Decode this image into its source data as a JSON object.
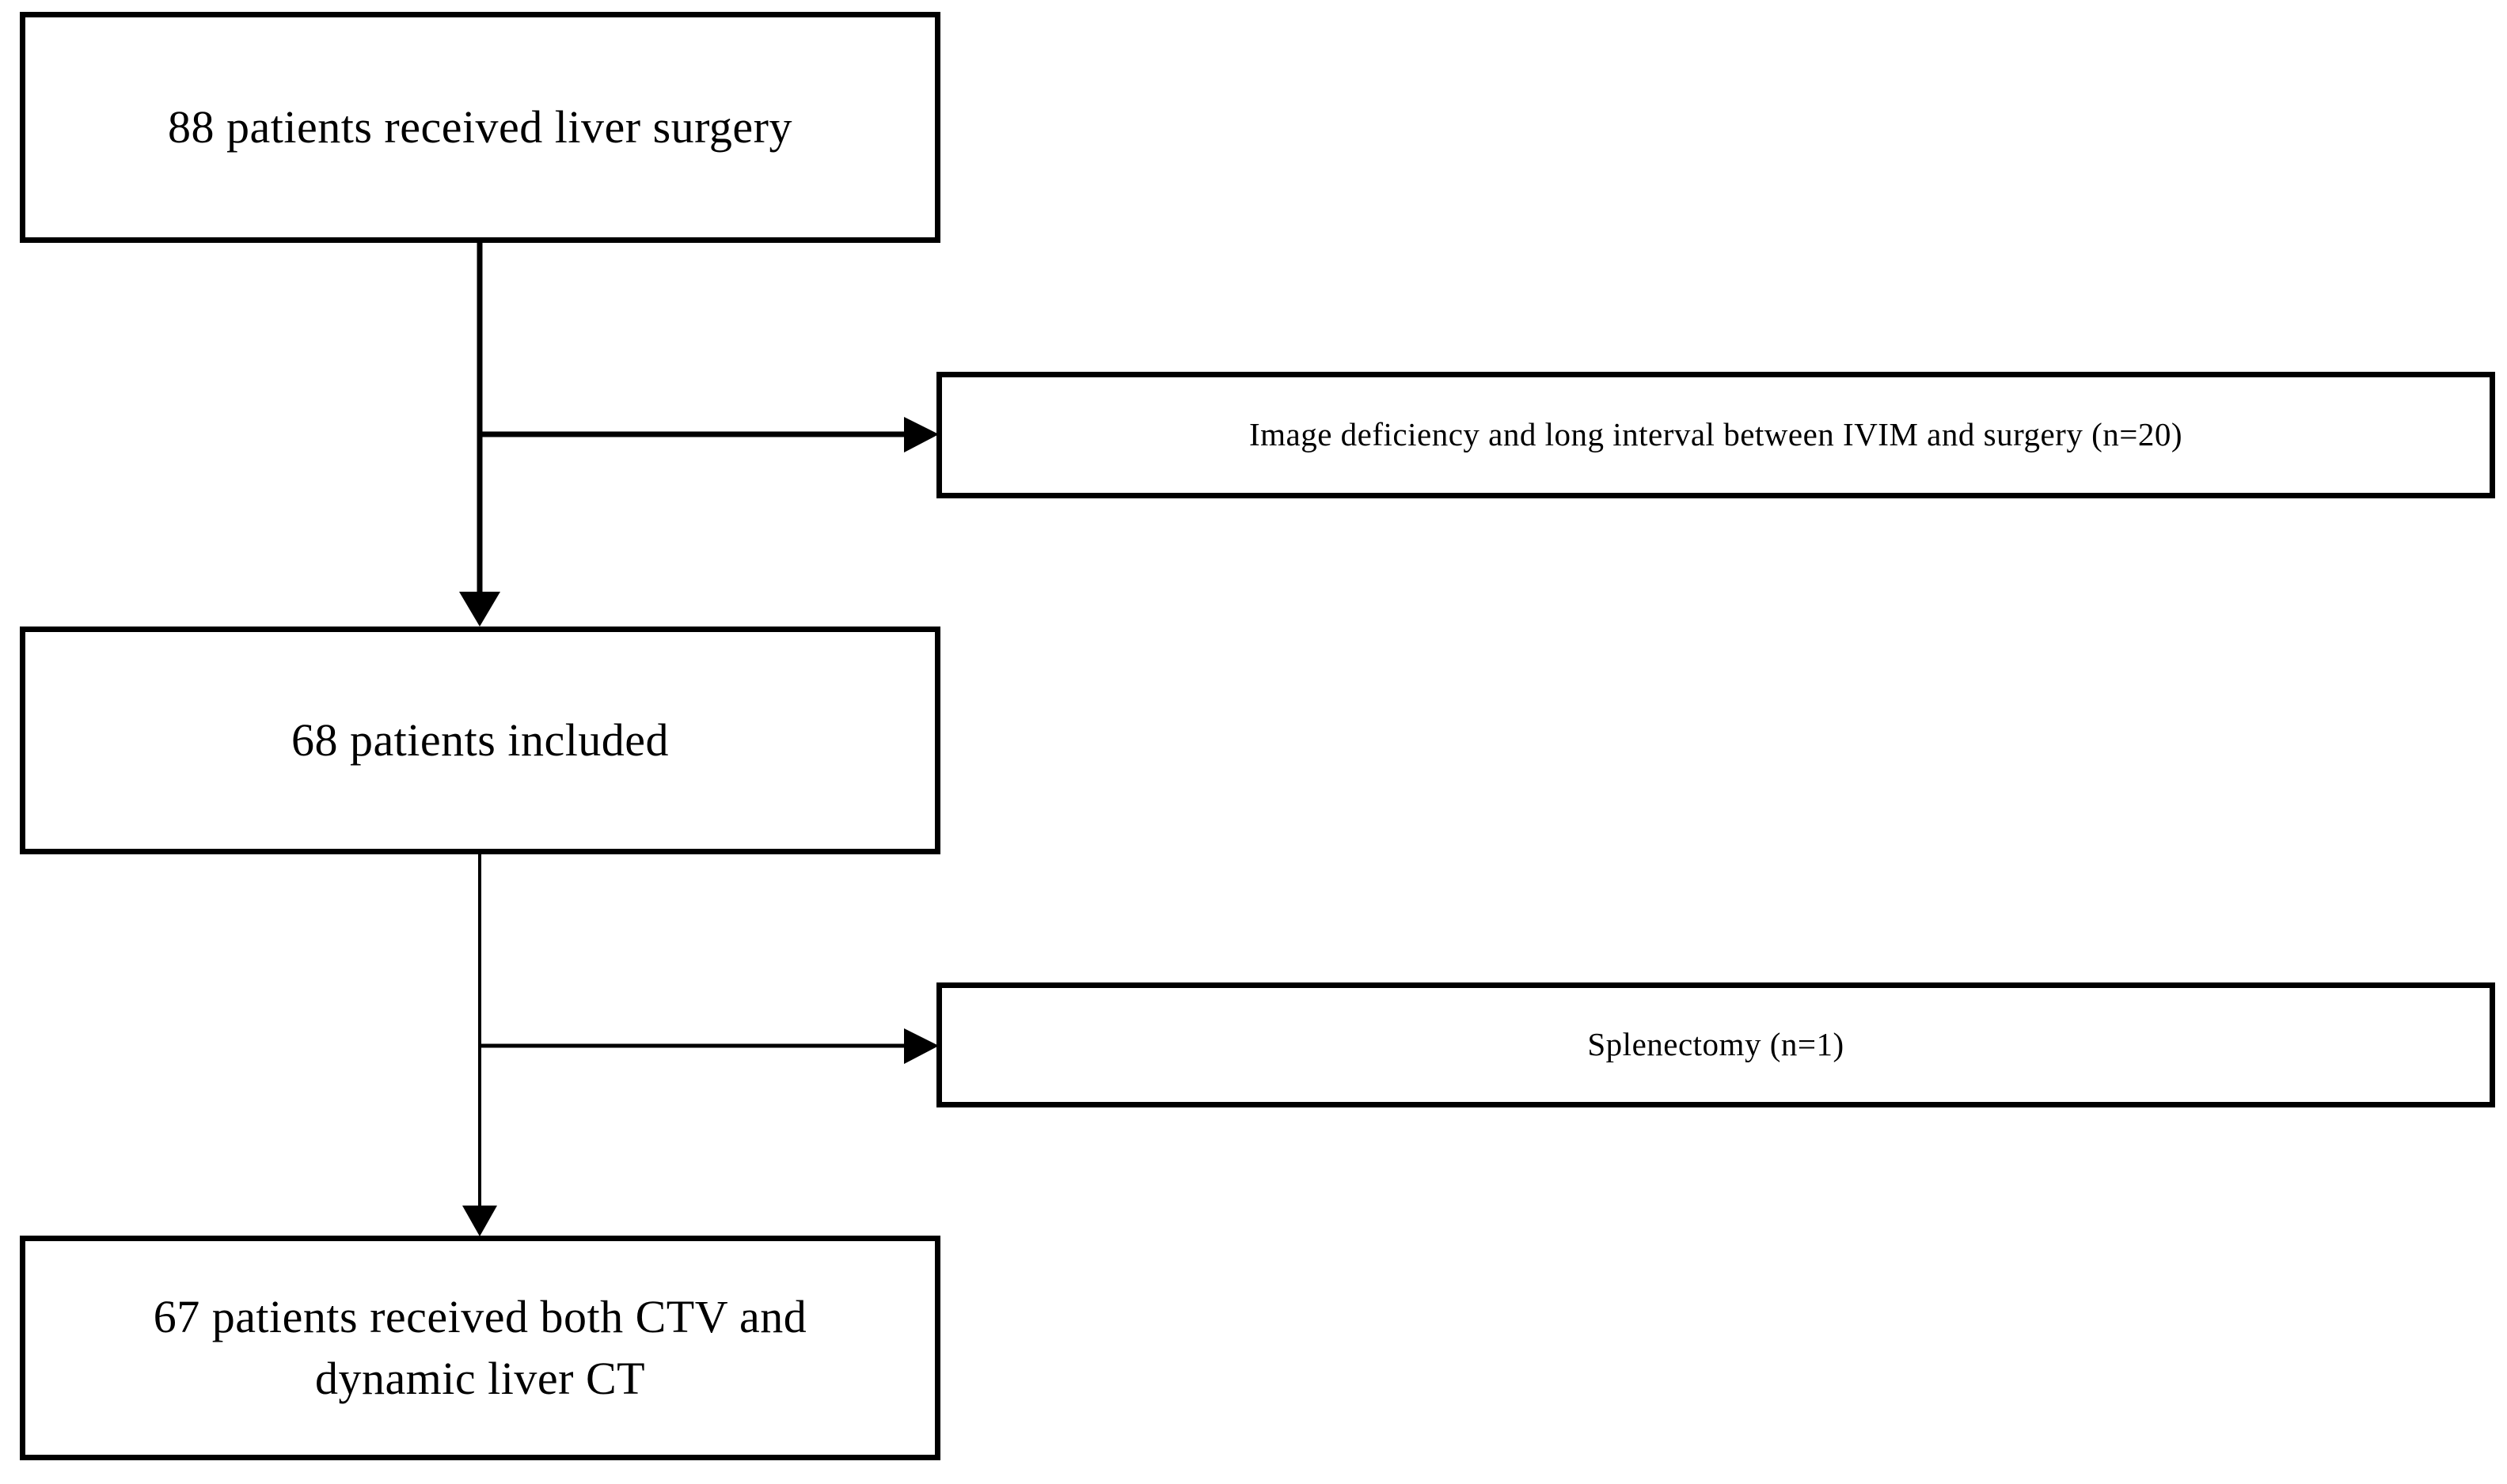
{
  "figure": {
    "type": "patient-selection-flowchart",
    "orientation": "vertical-with-right-exclusions",
    "line_color": "#000000",
    "box_border_color": "#000000",
    "background_color": "#ffffff"
  },
  "nodes": {
    "primary": [
      {
        "id": "enrolled",
        "label": "88 patients received liver surgery",
        "count": 88
      },
      {
        "id": "included",
        "label": "68 patients included",
        "count": 68
      },
      {
        "id": "final",
        "label": "67 patients received both CTV and\ndynamic liver CT",
        "count": 67
      }
    ],
    "exclusions": [
      {
        "id": "excluded-imaging",
        "label": "Image deficiency and long interval between IVIM and surgery  (n=20)",
        "count": 20
      },
      {
        "id": "excluded-splenectomy",
        "label": "Splenectomy (n=1)",
        "count": 1
      }
    ]
  },
  "connectors": [
    {
      "id": "enrolled-to-included",
      "kind": "vertical-arrow",
      "stroke": 7
    },
    {
      "id": "enrolled-to-exclusion",
      "kind": "horizontal-arrow",
      "stroke": 7
    },
    {
      "id": "included-to-final",
      "kind": "vertical-arrow",
      "stroke": 4
    },
    {
      "id": "included-to-exclusion",
      "kind": "horizontal-arrow",
      "stroke": 5
    }
  ]
}
